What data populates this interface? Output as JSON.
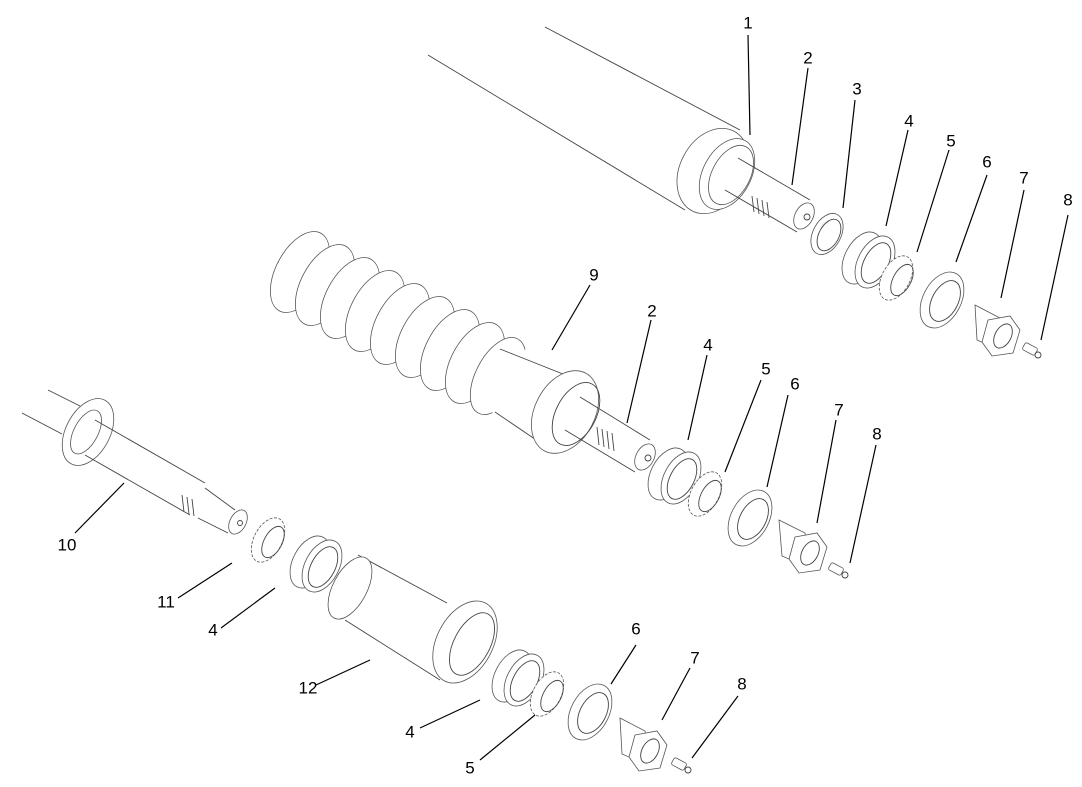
{
  "diagram": {
    "type": "exploded-parts-view",
    "assemblies": [
      {
        "name": "upper-roller-assembly",
        "callouts": [
          "1",
          "2",
          "3",
          "4",
          "5",
          "6",
          "7",
          "8"
        ]
      },
      {
        "name": "middle-bellows-assembly",
        "callouts": [
          "9",
          "2",
          "4",
          "5",
          "6",
          "7",
          "8"
        ]
      },
      {
        "name": "lower-shaft-assembly",
        "callouts": [
          "10",
          "11",
          "4",
          "12",
          "4",
          "5",
          "6",
          "7",
          "8"
        ]
      }
    ],
    "labels": {
      "a1": "1",
      "a2": "2",
      "a3": "3",
      "a4": "4",
      "a5": "5",
      "a6": "6",
      "a7": "7",
      "a8": "8",
      "b9": "9",
      "b2": "2",
      "b4": "4",
      "b5": "5",
      "b6": "6",
      "b7": "7",
      "b8": "8",
      "c10": "10",
      "c11": "11",
      "c4a": "4",
      "c12": "12",
      "c4b": "4",
      "c5": "5",
      "c6": "6",
      "c7": "7",
      "c8": "8"
    }
  }
}
